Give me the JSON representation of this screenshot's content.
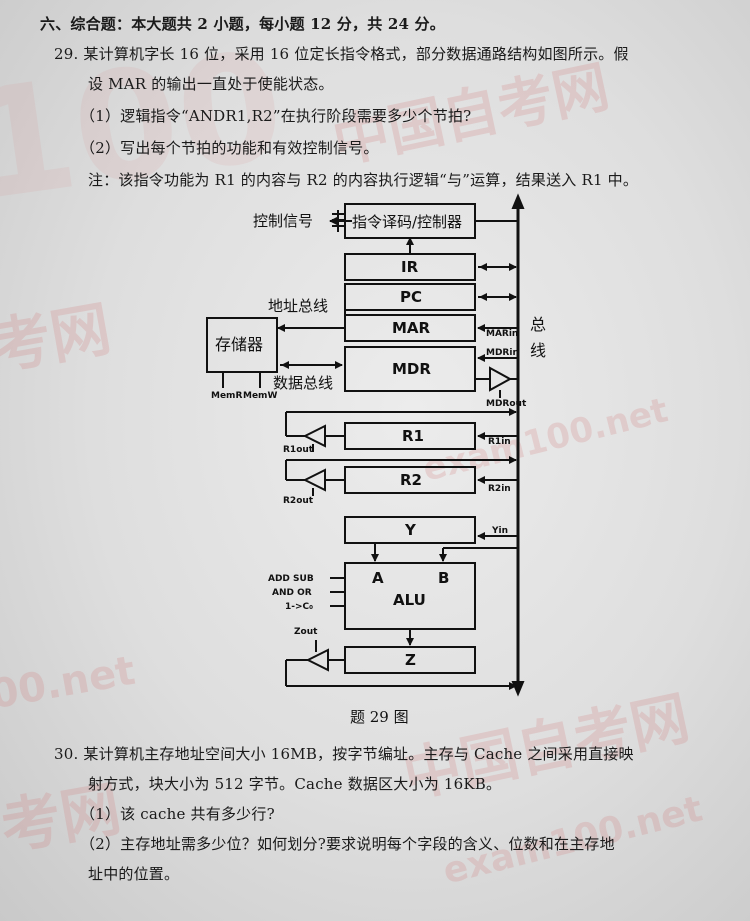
{
  "section_heading": "六、综合题：本大题共 2 小题，每小题 12 分，共 24 分。",
  "q29": {
    "line1": "29.  某计算机字长 16 位，采用 16 位定长指令格式，部分数据通路结构如图所示。假",
    "line2": "设 MAR 的输出一直处于使能状态。",
    "sub1": "（1）逻辑指令“ANDR1,R2”在执行阶段需要多少个节拍?",
    "sub2": "（2）写出每个节拍的功能和有效控制信号。",
    "note": "注：该指令功能为 R1 的内容与 R2 的内容执行逻辑“与”运算，结果送入 R1 中。"
  },
  "diagram": {
    "control_signals_label": "控制信号",
    "decoder_label": "指令译码/控制器",
    "ir": "IR",
    "pc": "PC",
    "address_bus_label": "地址总线",
    "mar": "MAR",
    "memory_label": "存储器",
    "mdr": "MDR",
    "data_bus_label": "数据总线",
    "memr": "MemR",
    "memw": "MemW",
    "marin": "MARin",
    "mdrin": "MDRin",
    "mdrout": "MDRout",
    "bus_label_1": "总",
    "bus_label_2": "线",
    "r1": "R1",
    "r1in": "R1in",
    "r1out": "R1out",
    "r2": "R2",
    "r2in": "R2in",
    "r2out": "R2out",
    "y": "Y",
    "yin": "Yin",
    "alu_a": "A",
    "alu_b": "B",
    "alu": "ALU",
    "alu_ctrl_1": "ADD SUB",
    "alu_ctrl_2": "AND OR",
    "alu_ctrl_3": "1->C₀",
    "zout": "Zout",
    "z": "Z",
    "caption": "题 29 图"
  },
  "q30": {
    "line1": "30.  某计算机主存地址空间大小 16MB，按字节编址。主存与 Cache 之间采用直接映",
    "line2": "射方式，块大小为 512 字节。Cache 数据区大小为 16KB。",
    "sub1": "（1）该 cache 共有多少行?",
    "sub2": "（2）主存地址需多少位？如何划分?要求说明每个字段的含义、位数和在主存地",
    "sub2_cont": "址中的位置。"
  },
  "watermarks": [
    "中国自考网",
    "exam100.net",
    "100",
    "考网",
    "00.net",
    "考网",
    "中国自考网",
    "exam100.net"
  ]
}
